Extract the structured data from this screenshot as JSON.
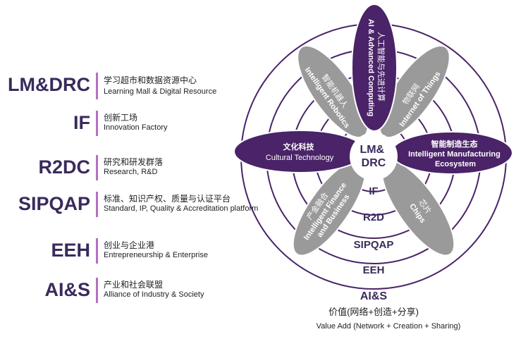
{
  "legend": [
    {
      "abbr": "LM&DRC",
      "zh": "学习超市和数据资源中心",
      "en": "Learning Mall & Digital Resource"
    },
    {
      "abbr": "IF",
      "zh": "创新工场",
      "en": "Innovation Factory"
    },
    {
      "abbr": "R2DC",
      "zh": "研究和研发群落",
      "en": "Research, R&D"
    },
    {
      "abbr": "SIPQAP",
      "zh": "标准、知识产权、质量与认证平台",
      "en": "Standard, IP, Quality & Accreditation platform"
    },
    {
      "abbr": "EEH",
      "zh": "创业与企业港",
      "en": "Entrepreneurship & Enterprise"
    },
    {
      "abbr": "AI&S",
      "zh": "产业和社会联盟",
      "en": "Alliance of Industry & Society"
    }
  ],
  "center": {
    "line1": "LM&",
    "line2": "DRC"
  },
  "rings": {
    "r1": "IF",
    "r2": "R2D",
    "r3": "SIPQAP",
    "r4": "EEH",
    "r5": "AI&S"
  },
  "petals": {
    "top": {
      "zh": "人工智能与先进计算",
      "en": "AI & Advanced Computing"
    },
    "upper_left": {
      "zh": "智能机器人",
      "en": "Intelligent Robotics"
    },
    "upper_right": {
      "zh": "物联网",
      "en": "Internet of Things"
    },
    "left": {
      "zh": "文化科技",
      "en": "Cultural Technology"
    },
    "right": {
      "zh": "智能制造生态",
      "en": "Intelligent Manufacturing",
      "en2": "Ecosystem"
    },
    "lower_left": {
      "zh": "产金融合",
      "en": "Intelligent Finance",
      "en2": "and Business"
    },
    "lower_right": {
      "zh": "芯片",
      "en": "Chips"
    }
  },
  "footer": {
    "zh": "价值(网络+创造+分享)",
    "en": "Value Add (Network + Creation + Sharing)"
  },
  "colors": {
    "purple": "#4a2368",
    "gray": "#9a9a9a",
    "ring": "#4a2368",
    "bar": "#b86fc4",
    "abbr": "#3a2a5c"
  }
}
